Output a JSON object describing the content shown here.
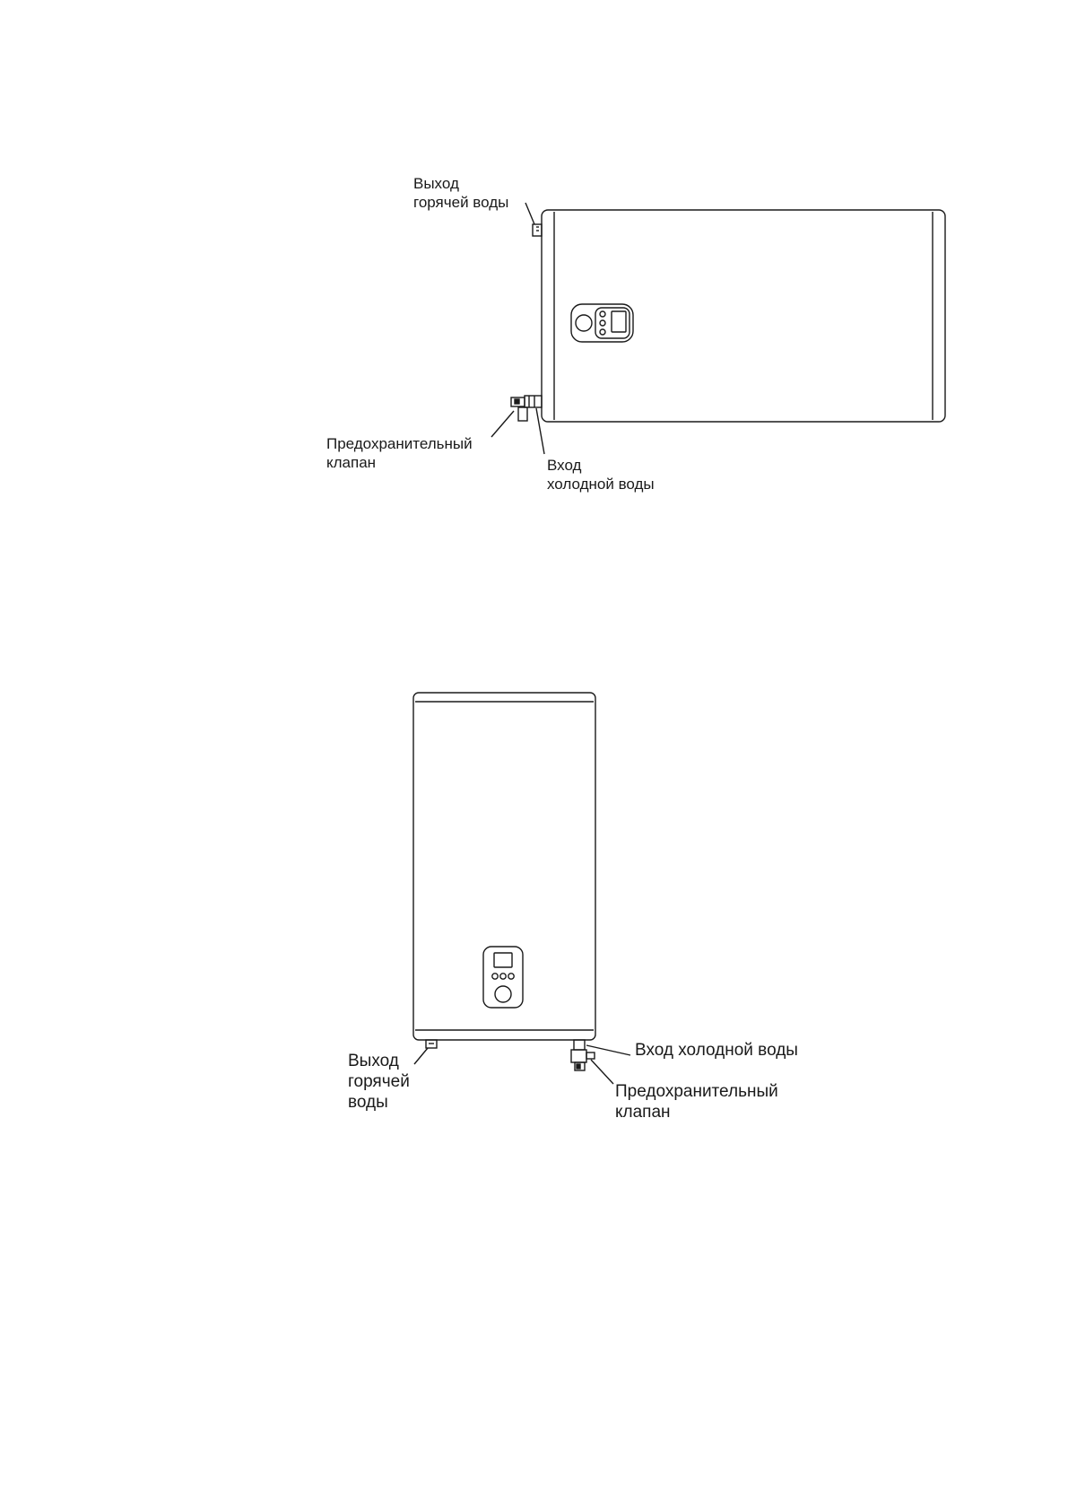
{
  "diagram_horizontal": {
    "hot_outlet": [
      "Выход",
      "горячей воды"
    ],
    "safety_valve": [
      "Предохранительный",
      "клапан"
    ],
    "cold_inlet": [
      "Вход",
      "холодной воды"
    ]
  },
  "diagram_vertical": {
    "hot_outlet": [
      "Выход",
      "горячей",
      "воды"
    ],
    "cold_inlet": "Вход холодной воды",
    "safety_valve": [
      "Предохранительный",
      "клапан"
    ]
  },
  "colors": {
    "stroke": "#1a1a1a",
    "text": "#1a1a1a",
    "background": "#ffffff"
  }
}
